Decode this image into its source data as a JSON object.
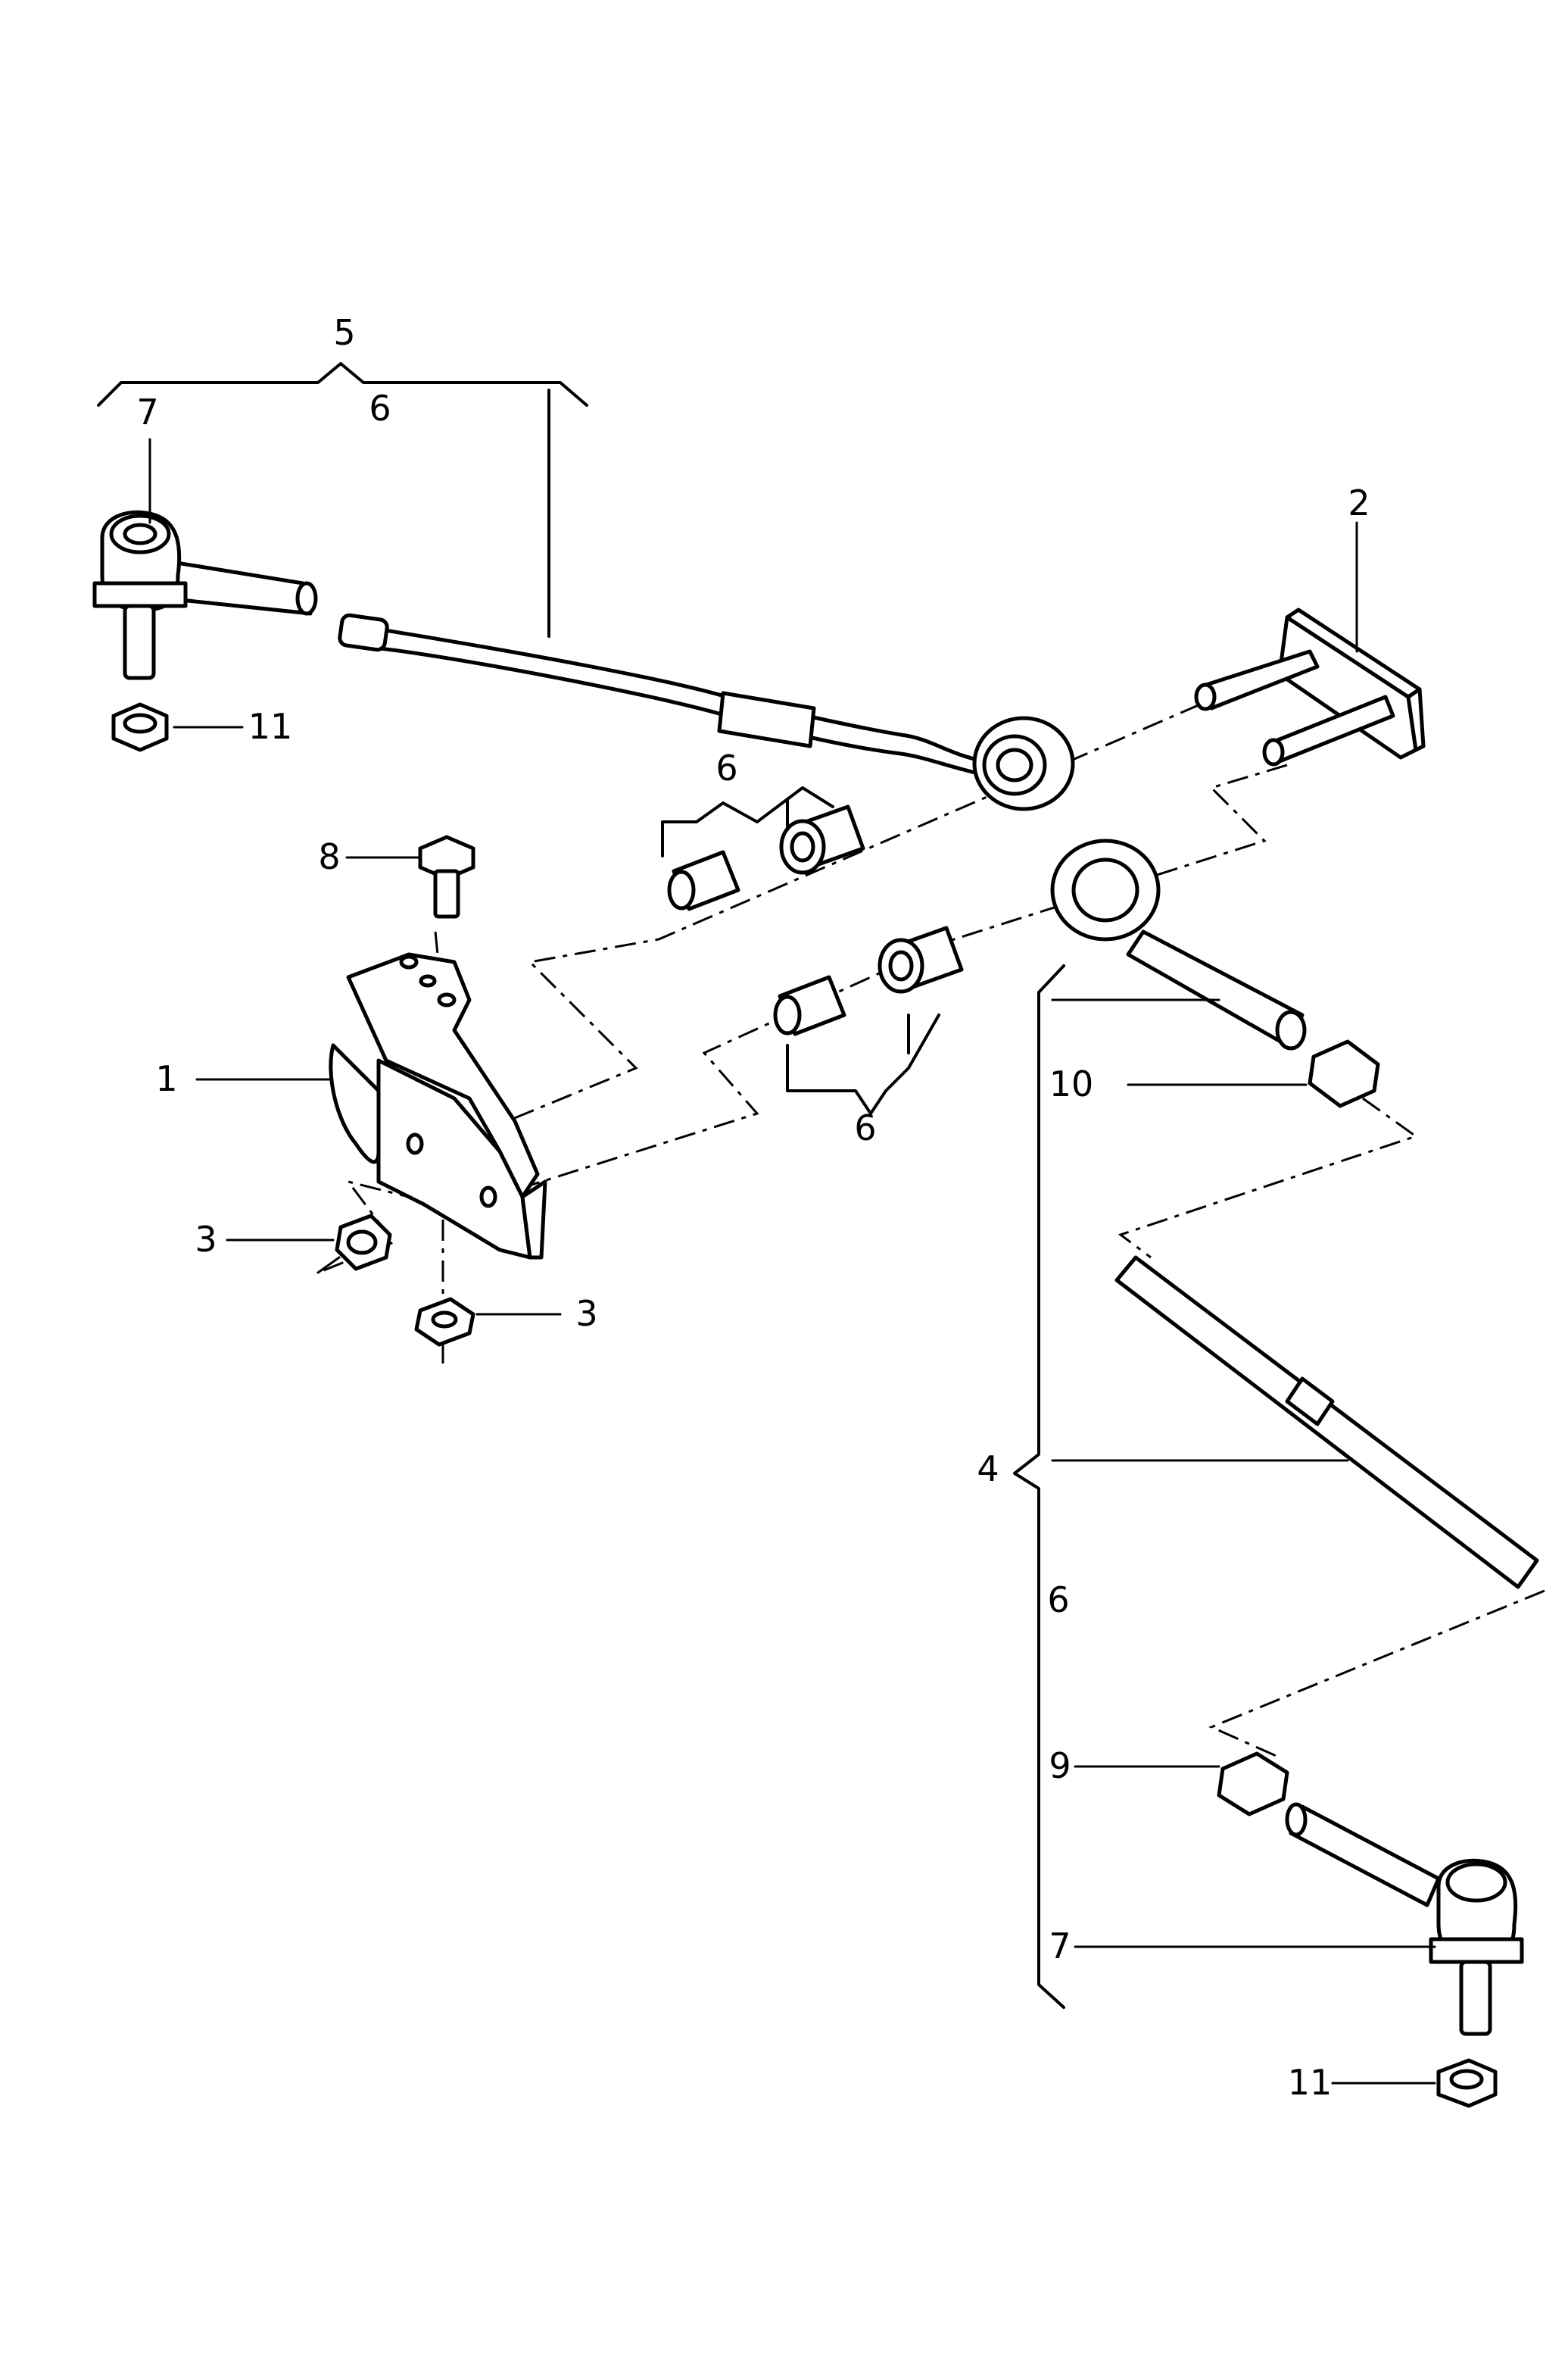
{
  "diagram": {
    "callouts": {
      "c1": "1",
      "c2": "2",
      "c3a": "3",
      "c3b": "3",
      "c4": "4",
      "c5": "5",
      "c6_top": "6",
      "c6_bush_upper": "6",
      "c6_bush_lower": "6",
      "c6_right": "6",
      "c7_top": "7",
      "c7_bottom": "7",
      "c8": "8",
      "c9": "9",
      "c10": "10",
      "c11_top": "11",
      "c11_bottom": "11"
    }
  }
}
